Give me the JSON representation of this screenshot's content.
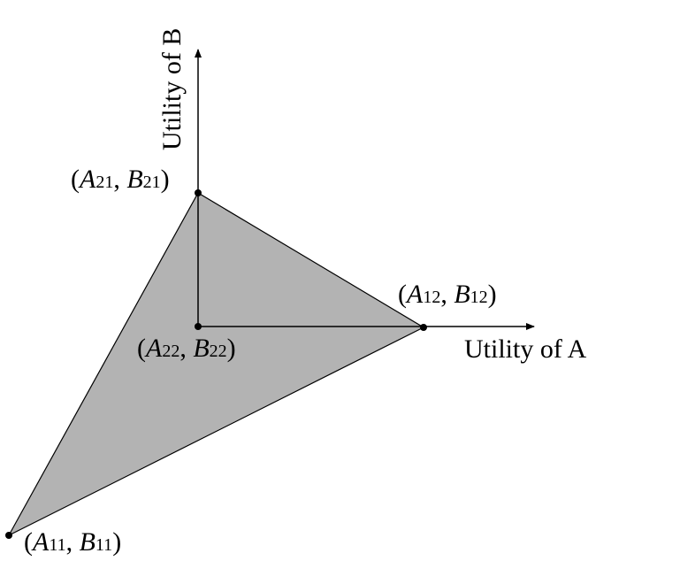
{
  "axes": {
    "x_label": "Utility of A",
    "y_label": "Utility of B"
  },
  "points": {
    "p11": {
      "open": "(",
      "a": "A",
      "a_sub": "11",
      "sep": ", ",
      "b": "B",
      "b_sub": "11",
      "close": ")"
    },
    "p12": {
      "open": "(",
      "a": "A",
      "a_sub": "12",
      "sep": ", ",
      "b": "B",
      "b_sub": "12",
      "close": ")"
    },
    "p21": {
      "open": "(",
      "a": "A",
      "a_sub": "21",
      "sep": ", ",
      "b": "B",
      "b_sub": "21",
      "close": ")"
    },
    "p22": {
      "open": "(",
      "a": "A",
      "a_sub": "22",
      "sep": ", ",
      "b": "B",
      "b_sub": "22",
      "close": ")"
    }
  },
  "colors": {
    "region_fill": "#b3b3b3",
    "stroke": "#000000"
  }
}
